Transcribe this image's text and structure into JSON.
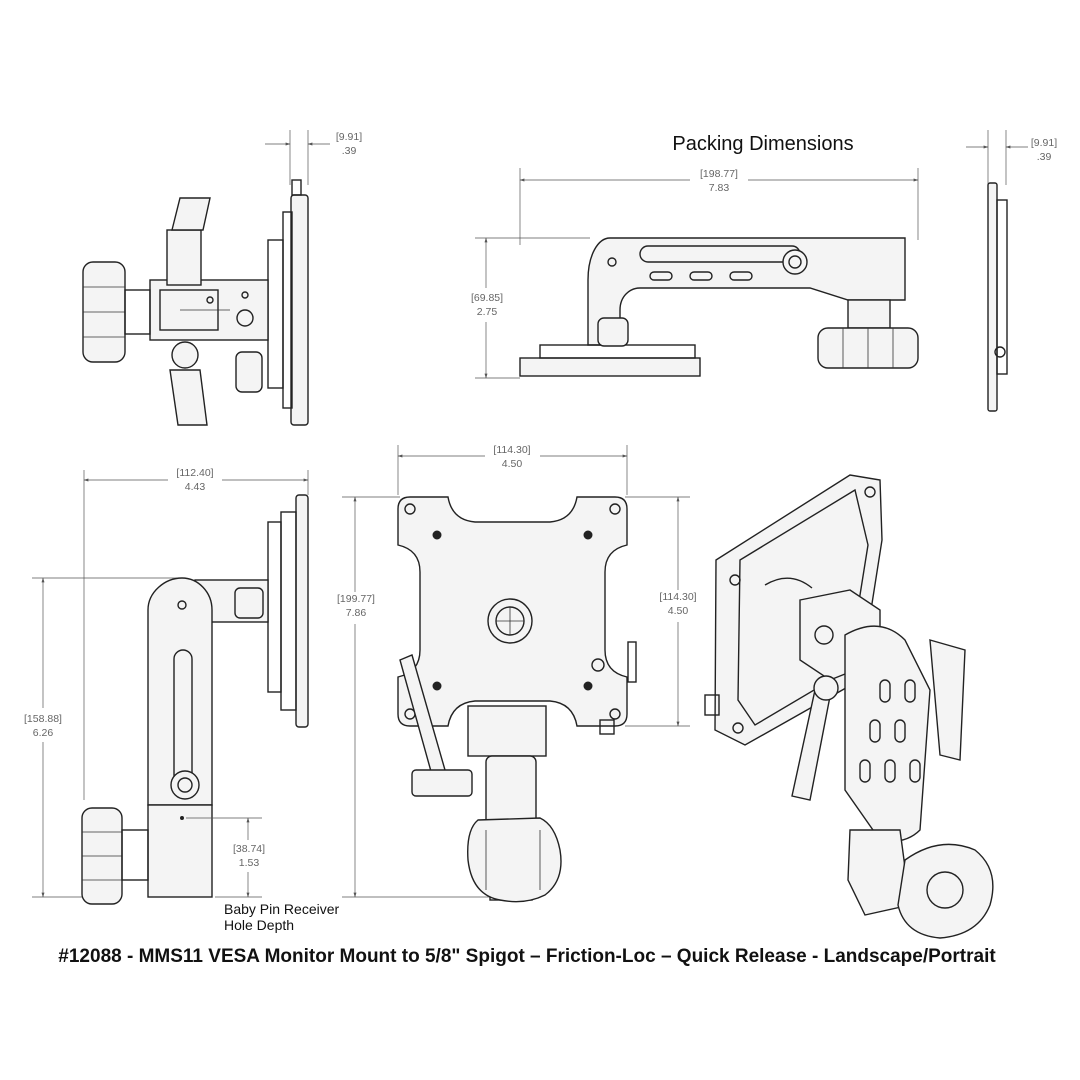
{
  "heading": "Packing Dimensions",
  "caption": "#12088 - MMS11 VESA Monitor Mount to 5/8\" Spigot – Friction-Loc – Quick Release - Landscape/Portrait",
  "dimensions": {
    "side_view_thickness": {
      "mm": "[9.91]",
      "in": ".39"
    },
    "packing_thickness": {
      "mm": "[9.91]",
      "in": ".39"
    },
    "packing_width": {
      "mm": "[198.77]",
      "in": "7.83"
    },
    "packing_height": {
      "mm": "[69.85]",
      "in": "2.75"
    },
    "side_view_depth": {
      "mm": "[112.40]",
      "in": "4.43"
    },
    "side_view_height": {
      "mm": "[158.88]",
      "in": "6.26"
    },
    "pin_hole_depth": {
      "mm": "[38.74]",
      "in": "1.53"
    },
    "vesa_width": {
      "mm": "[114.30]",
      "in": "4.50"
    },
    "vesa_height": {
      "mm": "[114.30]",
      "in": "4.50"
    },
    "front_view_height": {
      "mm": "[199.77]",
      "in": "7.86"
    }
  },
  "pin_label": {
    "line1": "Baby Pin Receiver",
    "line2": "Hole Depth"
  }
}
